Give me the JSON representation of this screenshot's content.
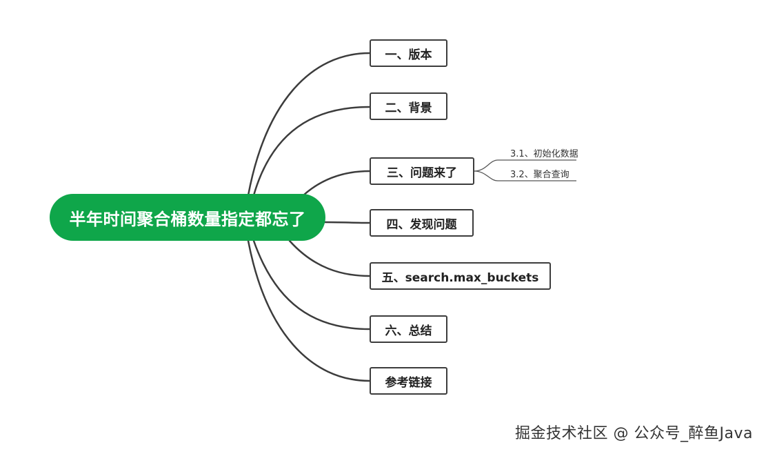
{
  "central": {
    "label": "半年时间聚合桶数量指定都忘了"
  },
  "branches": [
    {
      "label": "一、版本"
    },
    {
      "label": "二、背景"
    },
    {
      "label": "三、问题来了"
    },
    {
      "label": "四、发现问题"
    },
    {
      "label": "五、search.max_buckets"
    },
    {
      "label": "六、总结"
    },
    {
      "label": "参考链接"
    }
  ],
  "sub_branches": [
    {
      "label": "3.1、初始化数据"
    },
    {
      "label": "3.2、聚合查询"
    }
  ],
  "watermark": {
    "text": "掘金技术社区 @ 公众号_醉鱼Java"
  },
  "colors": {
    "central_fill": "#0fa64a",
    "connector": "#3c3c3c",
    "sub_connector": "#555555"
  }
}
